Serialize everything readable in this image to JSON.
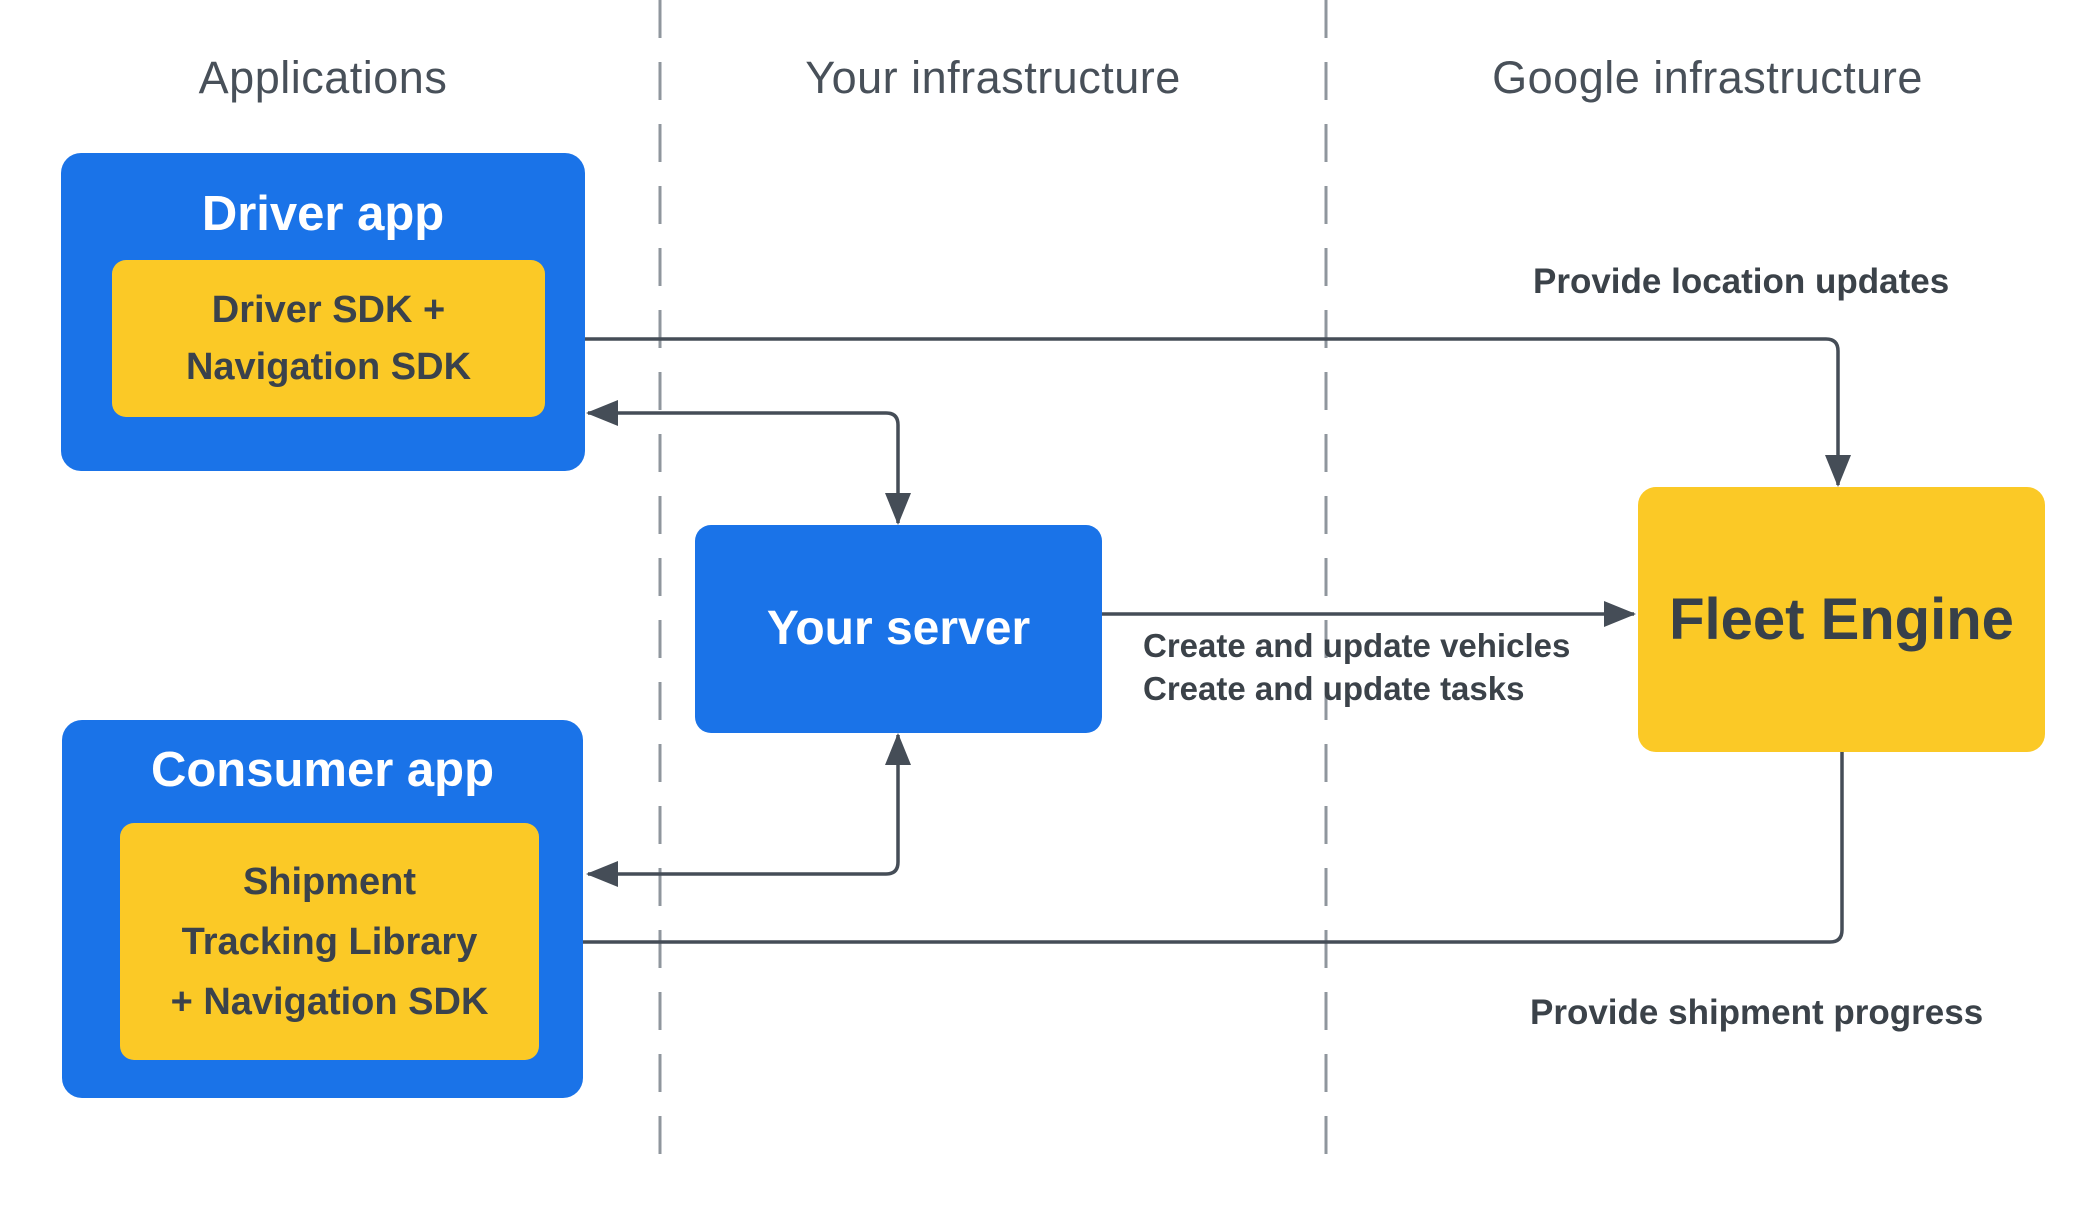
{
  "columns": [
    {
      "label": "Applications"
    },
    {
      "label": "Your infrastructure"
    },
    {
      "label": "Google infrastructure"
    }
  ],
  "nodes": {
    "driver_app": {
      "title": "Driver app",
      "sdk_lines": [
        "Driver SDK +",
        "Navigation SDK"
      ]
    },
    "consumer_app": {
      "title": "Consumer app",
      "sdk_lines": [
        "Shipment",
        "Tracking Library",
        "+ Navigation SDK"
      ]
    },
    "your_server": {
      "title": "Your server"
    },
    "fleet_engine": {
      "title": "Fleet Engine"
    }
  },
  "edge_labels": {
    "location_updates": "Provide location updates",
    "create_vehicles": "Create and update vehicles",
    "create_tasks": "Create and update tasks",
    "shipment_progress": "Provide shipment progress"
  },
  "colors": {
    "blue": "#1A73E8",
    "yellow": "#FBC926",
    "line": "#454D57",
    "text_dark": "#3A424C",
    "header": "#485059",
    "dashed": "#8F969D",
    "white": "#FFFFFF"
  }
}
